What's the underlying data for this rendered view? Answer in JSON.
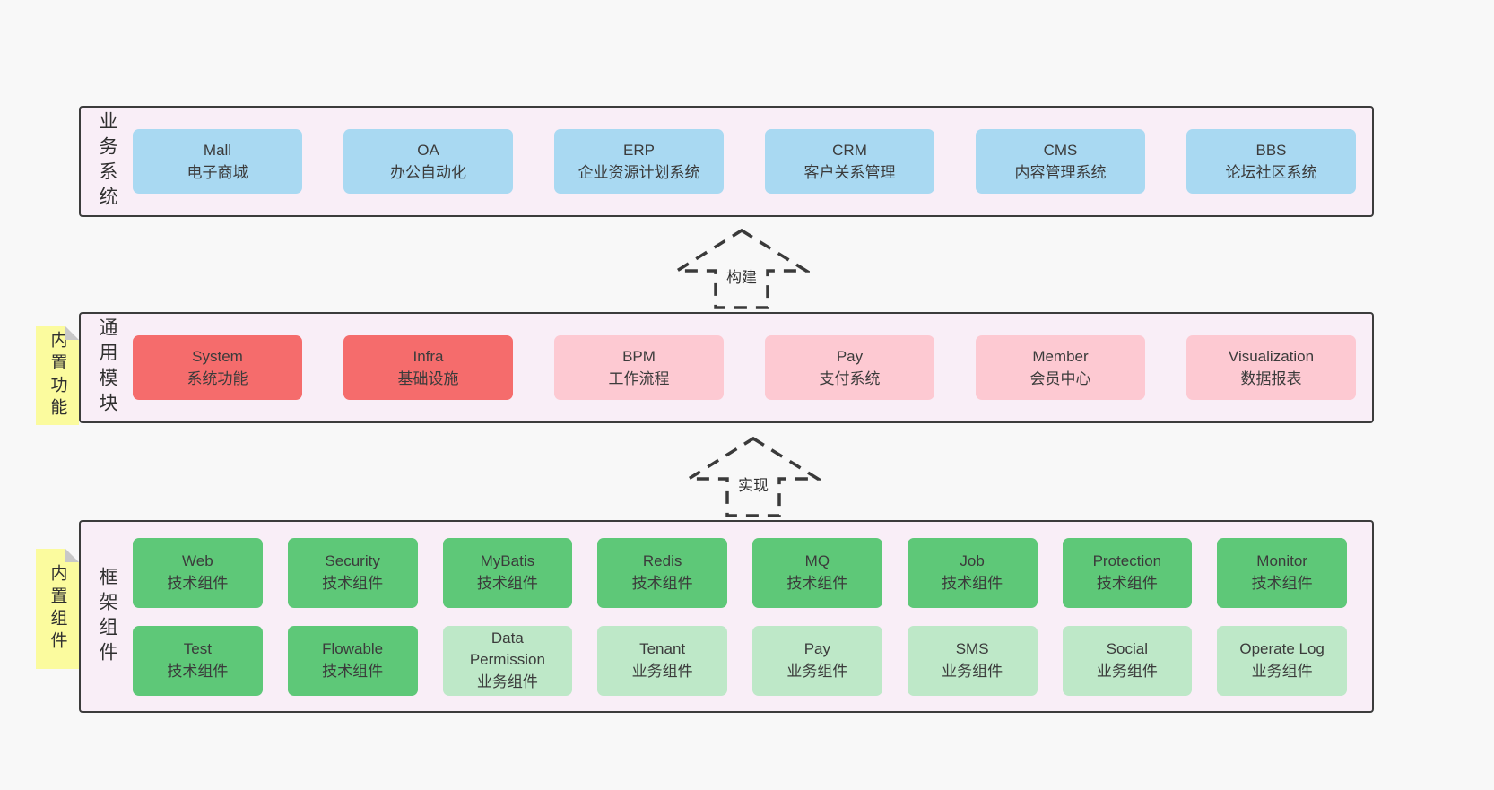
{
  "colors": {
    "page-bg": "#f8f8f8",
    "panel-bg": "#f9eef7",
    "panel-border": "#3c3c3c",
    "blue": "#a9d9f2",
    "red": "#f56c6c",
    "pink": "#fdc9d2",
    "green": "#5ec878",
    "green-light": "#bee8c8",
    "sticky": "#fbfb9e",
    "fold": "#c8c8c8",
    "text": "#3b3b3b",
    "arrow": "#3a3a3a"
  },
  "layer1": {
    "label": "业务系统",
    "boxes": [
      {
        "name": "Mall",
        "desc": "电子商城"
      },
      {
        "name": "OA",
        "desc": "办公自动化"
      },
      {
        "name": "ERP",
        "desc": "企业资源计划系统"
      },
      {
        "name": "CRM",
        "desc": "客户关系管理"
      },
      {
        "name": "CMS",
        "desc": "内容管理系统"
      },
      {
        "name": "BBS",
        "desc": "论坛社区系统"
      }
    ]
  },
  "arrow1": {
    "label": "构建"
  },
  "layer2": {
    "label": "通用模块",
    "sticky": "内置功能",
    "boxes": [
      {
        "name": "System",
        "desc": "系统功能"
      },
      {
        "name": "Infra",
        "desc": "基础设施"
      },
      {
        "name": "BPM",
        "desc": "工作流程"
      },
      {
        "name": "Pay",
        "desc": "支付系统"
      },
      {
        "name": "Member",
        "desc": "会员中心"
      },
      {
        "name": "Visualization",
        "desc": "数据报表"
      }
    ]
  },
  "arrow2": {
    "label": "实现"
  },
  "layer3": {
    "label": "框架组件",
    "sticky": "内置组件",
    "row1": [
      {
        "name": "Web",
        "desc": "技术组件"
      },
      {
        "name": "Security",
        "desc": "技术组件"
      },
      {
        "name": "MyBatis",
        "desc": "技术组件"
      },
      {
        "name": "Redis",
        "desc": "技术组件"
      },
      {
        "name": "MQ",
        "desc": "技术组件"
      },
      {
        "name": "Job",
        "desc": "技术组件"
      },
      {
        "name": "Protection",
        "desc": "技术组件"
      },
      {
        "name": "Monitor",
        "desc": "技术组件"
      }
    ],
    "row2": [
      {
        "name": "Test",
        "desc": "技术组件"
      },
      {
        "name": "Flowable",
        "desc": "技术组件"
      },
      {
        "name": "Data Permission",
        "desc": "业务组件"
      },
      {
        "name": "Tenant",
        "desc": "业务组件"
      },
      {
        "name": "Pay",
        "desc": "业务组件"
      },
      {
        "name": "SMS",
        "desc": "业务组件"
      },
      {
        "name": "Social",
        "desc": "业务组件"
      },
      {
        "name": "Operate Log",
        "desc": "业务组件"
      }
    ]
  }
}
